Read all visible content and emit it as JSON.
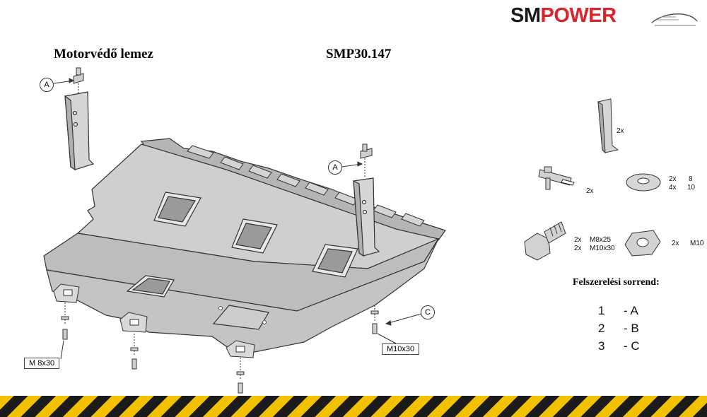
{
  "header": {
    "title_left": "Motorvédő lemez",
    "title_code": "SMP30.147",
    "logo_sm": "SM",
    "logo_power": "POWER"
  },
  "callouts": {
    "a1": "A",
    "a2": "A",
    "c": "C"
  },
  "bolt_labels": {
    "left": "M  8x30",
    "right": "M10x30"
  },
  "parts": {
    "bracket_qty": "2x",
    "clip_qty": "2x",
    "washer_qty": [
      "2x",
      "4x"
    ],
    "washer_sizes": [
      "8",
      "10"
    ],
    "bolt_qty": [
      "2x",
      "2x"
    ],
    "bolt_sizes": [
      "M8x25",
      "M10x30"
    ],
    "nut_qty": "2x",
    "nut_size": "M10"
  },
  "sequence": {
    "heading": "Felszerelési sorrend:",
    "steps": [
      {
        "num": "1",
        "code": "- A"
      },
      {
        "num": "2",
        "code": "- B"
      },
      {
        "num": "3",
        "code": "- C"
      }
    ]
  },
  "colors": {
    "plate_fill": "#c9c9c9",
    "plate_dark": "#a8a8a8",
    "outline": "#333333",
    "logo_red": "#d7262b",
    "stripe_yellow": "#f2c200"
  }
}
